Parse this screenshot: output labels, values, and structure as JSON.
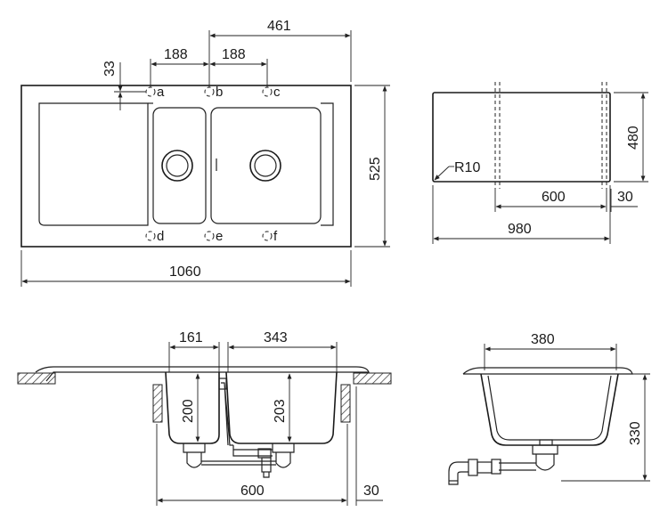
{
  "top_view": {
    "dim_width": "1060",
    "dim_height": "525",
    "dim_offset": "461",
    "dim_tap_left": "188",
    "dim_tap_right": "188",
    "dim_edge": "33",
    "holes": [
      "a",
      "b",
      "c",
      "d",
      "e",
      "f"
    ]
  },
  "cutout_view": {
    "dim_width": "980",
    "dim_height": "480",
    "dim_inner": "600",
    "dim_side": "30",
    "radius": "R10"
  },
  "section_view": {
    "dim_small_bowl": "161",
    "dim_large_bowl": "343",
    "dim_small_depth": "200",
    "dim_large_depth": "203",
    "dim_cabinet": "600",
    "dim_side": "30"
  },
  "side_view": {
    "dim_width": "380",
    "dim_depth": "330"
  }
}
